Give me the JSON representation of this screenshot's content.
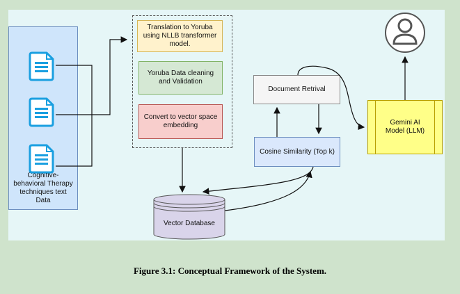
{
  "diagram": {
    "source": {
      "label": "Cognitive-behavioral Therapy techniques text Data",
      "icon": "document-icon"
    },
    "pipeline": {
      "translation": "Translation to Yoruba using NLLB transformer model.",
      "cleaning": "Yoruba Data cleaning and Validation",
      "vectorize": "Convert to vector space embedding"
    },
    "vector_db": "Vector Database",
    "doc_retrieval": "Document Retrival",
    "cosine": "Cosine Similarity (Top k)",
    "gemini": "Gemini AI Model (LLM)",
    "user_icon": "user-icon"
  },
  "caption": "Figure 3.1: Conceptual Framework of the System.",
  "colors": {
    "background": "#cfe3cc",
    "canvas": "#e6f6f7",
    "source_panel": "#cfe5fb",
    "translation": "#fff2cc",
    "cleaning": "#d5e8d4",
    "vectorize": "#f8cecc",
    "vector_db": "#d9d4ea",
    "doc_retrieval": "#f5f5f5",
    "cosine": "#dae8fc",
    "gemini": "#ffff88",
    "icon_blue": "#1a9fe0"
  }
}
